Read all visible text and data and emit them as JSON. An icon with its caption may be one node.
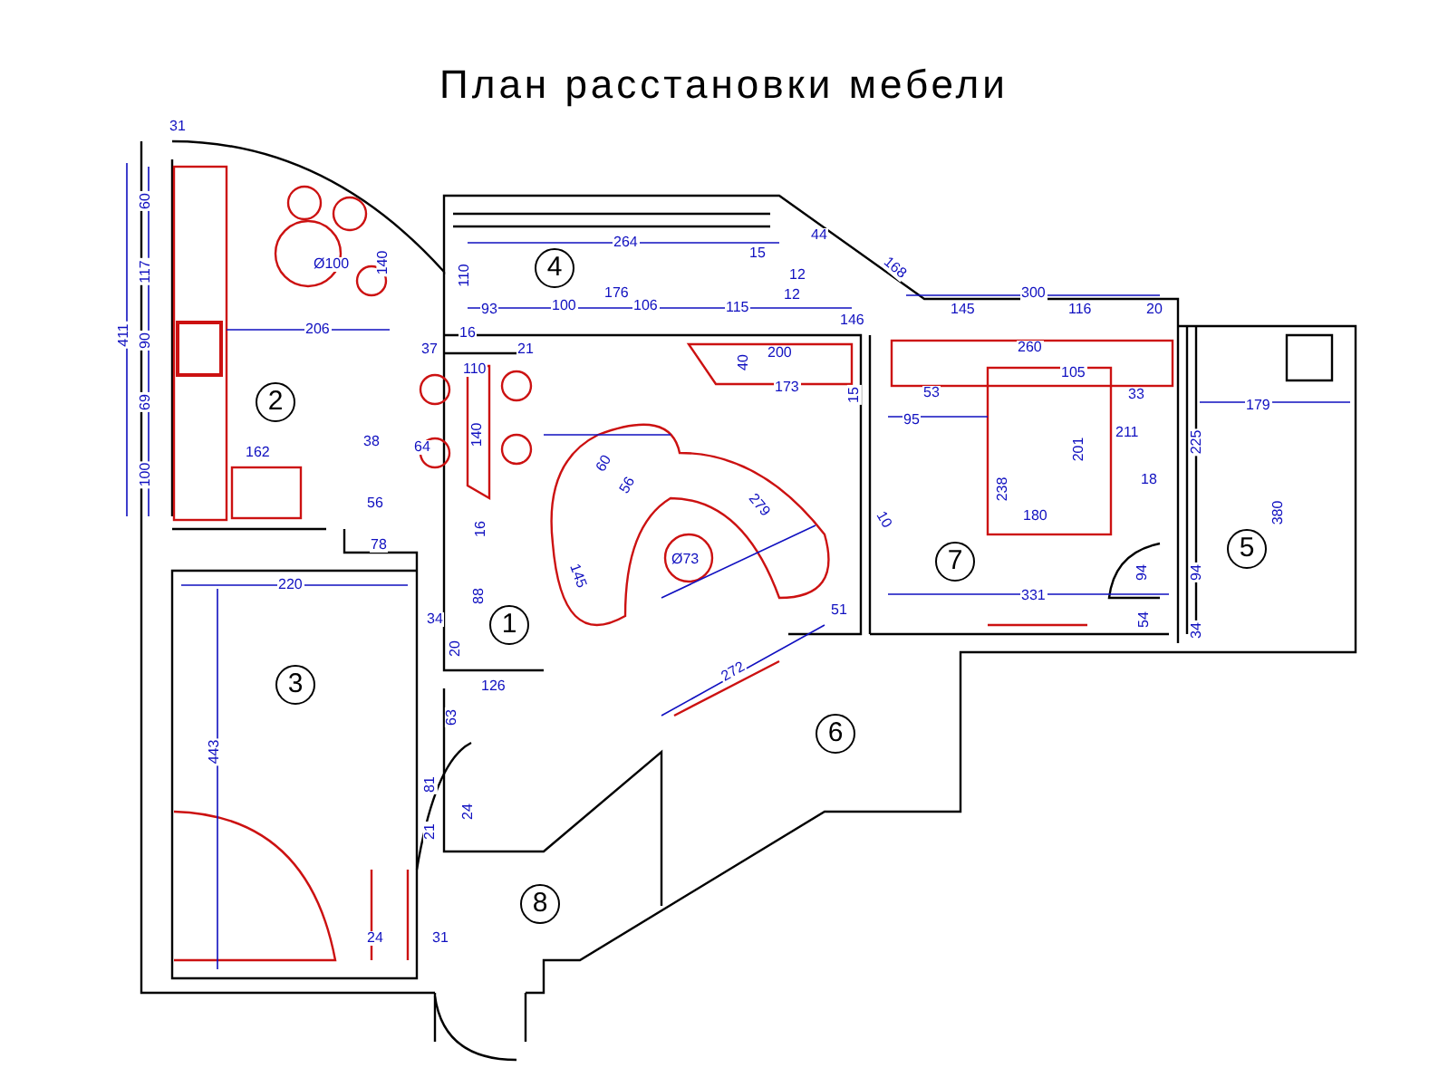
{
  "diagram": {
    "title": "План расстановки мебели",
    "labels": [
      "31",
      "60",
      "117",
      "411",
      "90",
      "69",
      "100",
      "Ø100",
      "140",
      "110",
      "264",
      "15",
      "44",
      "168",
      "12",
      "4",
      "12",
      "93",
      "176",
      "100",
      "106",
      "115",
      "146",
      "300",
      "145",
      "116",
      "20",
      "206",
      "16",
      "37",
      "21",
      "110",
      "200",
      "40",
      "173",
      "15",
      "260",
      "105",
      "53",
      "33",
      "95",
      "211",
      "201",
      "238",
      "18",
      "180",
      "10",
      "179",
      "225",
      "380",
      "2",
      "162",
      "38",
      "64",
      "140",
      "56",
      "60",
      "56",
      "279",
      "78",
      "16",
      "145",
      "Ø73",
      "94",
      "94",
      "88",
      "7",
      "5",
      "220",
      "331",
      "51",
      "34",
      "1",
      "54",
      "34",
      "20",
      "126",
      "272",
      "3",
      "63",
      "6",
      "443",
      "81",
      "21",
      "24",
      "8",
      "24",
      "31"
    ]
  }
}
